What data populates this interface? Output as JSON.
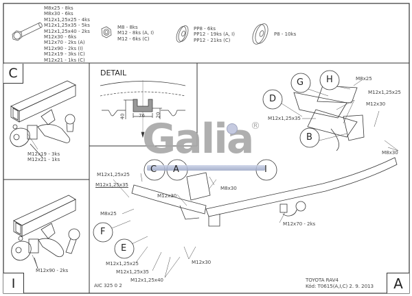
{
  "parts_header": {
    "bolts": {
      "icon": "bolt-icon",
      "items": [
        "M8x25 - 8ks",
        "M8x30 - 6ks",
        "M12x1,25x25 - 4ks",
        "M12x1,25x35 - 5ks",
        "M12x1,25x40 - 2ks",
        "M12x30 - 6ks",
        "M12x70 - 2ks (A)",
        "M12x90 - 2ks (I)",
        "M12x19 - 3ks (C)",
        "M12x21 - 1ks (C)"
      ]
    },
    "nuts": {
      "icon": "hex-nut-icon",
      "items": [
        "M8 - 8ks",
        "M12 - 8ks (A, I)",
        "M12 - 6ks (C)"
      ]
    },
    "washers": {
      "icon": "washer-icon",
      "items": [
        "PP8 - 6ks",
        "PP12 - 19ks (A, I)",
        "PP12 - 21ks (C)"
      ]
    },
    "flat_washers": {
      "icon": "large-washer-icon",
      "items": [
        "P8 - 10ks"
      ]
    }
  },
  "variant_c": {
    "letter": "C",
    "labels": [
      "M12x19 - 3ks",
      "M12x21 - 1ks"
    ]
  },
  "variant_i": {
    "letter": "I",
    "labels": [
      "M12x90 - 2ks"
    ]
  },
  "detail": {
    "title": "DETAIL",
    "dim_width": "76",
    "dim_height_left": "40",
    "dim_height_right": "20"
  },
  "logo": {
    "text": "Galia",
    "registered": "®"
  },
  "callouts": {
    "A": "A",
    "B": "B",
    "C": "C",
    "D": "D",
    "E": "E",
    "F": "F",
    "G": "G",
    "H": "H",
    "I": "I"
  },
  "main_labels": {
    "m8x25_top": "M8x25",
    "m12x125x25_top": "M12x1,25x25",
    "m12x30_right": "M12x30",
    "m12x125x35_right": "M12x1,25x35",
    "m8x30_right": "M8x30",
    "m8x30_center": "M8x30",
    "m12x70": "M12x70 - 2ks",
    "m12x125x25_left": "M12x1,25x25",
    "m12x125x35_left": "M12x1,25x35",
    "m12x30_center": "M12x30",
    "m8x25_left": "M8x25",
    "m12x125x25_bottom": "M12x1,25x25",
    "m12x125x35_bottom": "M12x1,25x35",
    "m12x125x40_bottom": "M12x1,25x40",
    "m12x30_bottom": "M12x30"
  },
  "footer": {
    "drawing_number": "AIC 325 0 2",
    "vehicle": "TOYOTA RAV4",
    "code_line": "Kód: T0615(A,I,C)  2. 9. 2013",
    "sheet_letter": "A"
  },
  "colors": {
    "line": "#333333",
    "logo_gray": "#a9a9a9",
    "logo_blue": "#b8c4e0"
  }
}
